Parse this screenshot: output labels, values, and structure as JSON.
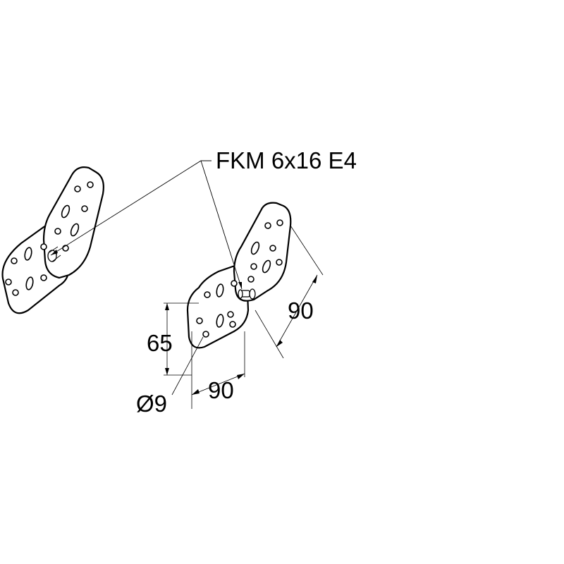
{
  "part_label": "FKM 6x16 E4",
  "dimensions": {
    "height": "65",
    "width": "90",
    "length": "90",
    "hole_diameter": "Ø9"
  },
  "colors": {
    "line": "#000000",
    "background": "#ffffff"
  }
}
